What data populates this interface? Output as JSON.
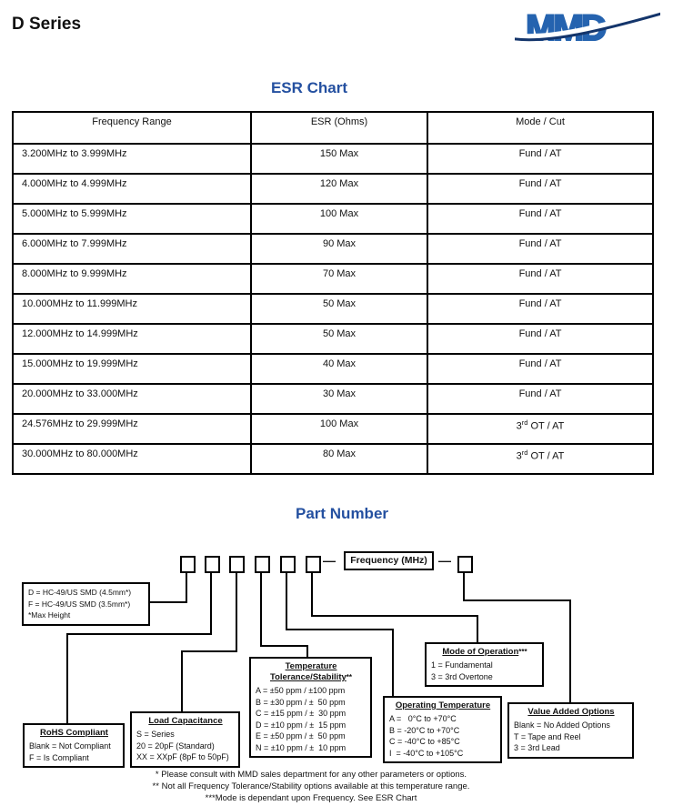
{
  "page": {
    "title": "D Series",
    "logo_text": "MMD"
  },
  "colors": {
    "accent_blue": "#2450a0",
    "logo_blue": "#2563af",
    "logo_navy": "#14356b"
  },
  "esr_chart": {
    "title": "ESR Chart",
    "columns": [
      "Frequency Range",
      "ESR (Ohms)",
      "Mode / Cut"
    ],
    "rows": [
      {
        "range": "3.200MHz to 3.999MHz",
        "esr": "150 Max",
        "mode_pre": "Fund / AT",
        "mode_sup": "",
        "mode_post": ""
      },
      {
        "range": "4.000MHz to 4.999MHz",
        "esr": "120 Max",
        "mode_pre": "Fund / AT",
        "mode_sup": "",
        "mode_post": ""
      },
      {
        "range": "5.000MHz to 5.999MHz",
        "esr": "100 Max",
        "mode_pre": "Fund / AT",
        "mode_sup": "",
        "mode_post": ""
      },
      {
        "range": "6.000MHz to 7.999MHz",
        "esr": "90 Max",
        "mode_pre": "Fund / AT",
        "mode_sup": "",
        "mode_post": ""
      },
      {
        "range": "8.000MHz to 9.999MHz",
        "esr": "70 Max",
        "mode_pre": "Fund / AT",
        "mode_sup": "",
        "mode_post": ""
      },
      {
        "range": "10.000MHz to 11.999MHz",
        "esr": "50 Max",
        "mode_pre": "Fund / AT",
        "mode_sup": "",
        "mode_post": ""
      },
      {
        "range": "12.000MHz to 14.999MHz",
        "esr": "50 Max",
        "mode_pre": "Fund / AT",
        "mode_sup": "",
        "mode_post": ""
      },
      {
        "range": "15.000MHz to 19.999MHz",
        "esr": "40 Max",
        "mode_pre": "Fund / AT",
        "mode_sup": "",
        "mode_post": ""
      },
      {
        "range": "20.000MHz to 33.000MHz",
        "esr": "30 Max",
        "mode_pre": "Fund / AT",
        "mode_sup": "",
        "mode_post": ""
      },
      {
        "range": "24.576MHz to 29.999MHz",
        "esr": "100 Max",
        "mode_pre": "3",
        "mode_sup": "rd",
        "mode_post": " OT / AT"
      },
      {
        "range": "30.000MHz to 80.000MHz",
        "esr": "80 Max",
        "mode_pre": "3",
        "mode_sup": "rd",
        "mode_post": " OT / AT"
      }
    ]
  },
  "part_number": {
    "title": "Part Number",
    "frequency_label": "Frequency (MHz)",
    "dash": "—",
    "boxes": {
      "series": {
        "lines": [
          "D = HC-49/US SMD (4.5mm*)",
          "F = HC-49/US SMD (3.5mm*)",
          "*Max Height"
        ]
      },
      "rohs": {
        "title": "RoHS Compliant",
        "lines": [
          "Blank = Not Compliant",
          "F = Is Compliant"
        ]
      },
      "load": {
        "title": "Load Capacitance",
        "lines": [
          "S = Series",
          "20 = 20pF (Standard)",
          "XX = XXpF (8pF to 50pF)"
        ]
      },
      "temp": {
        "title_lines": [
          "Temperature",
          "Tolerance/Stability"
        ],
        "title_suffix": "**",
        "lines": [
          "A = ±50 ppm / ±100 ppm",
          "B = ±30 ppm / ±  50 ppm",
          "C = ±15 ppm / ±  30 ppm",
          "D = ±10 ppm / ±  15 ppm",
          "E = ±50 ppm / ±  50 ppm",
          "N = ±10 ppm / ±  10 ppm"
        ]
      },
      "op_temp": {
        "title": "Operating Temperature",
        "lines": [
          "A =   0°C to +70°C",
          "B = -20°C to +70°C",
          "C = -40°C to +85°C",
          "I  = -40°C to +105°C"
        ]
      },
      "mode": {
        "title": "Mode of Operation",
        "title_suffix": "***",
        "lines": [
          "1 = Fundamental",
          "3 = 3rd Overtone"
        ]
      },
      "value": {
        "title": "Value Added Options",
        "lines": [
          "Blank = No Added Options",
          "T = Tape and Reel",
          "3 = 3rd Lead"
        ]
      }
    },
    "footnotes": [
      "* Please consult with MMD sales department for any other parameters or options.",
      "** Not all Frequency Tolerance/Stability options available at this temperature range.",
      "***Mode is dependant upon Frequency. See ESR Chart"
    ]
  }
}
